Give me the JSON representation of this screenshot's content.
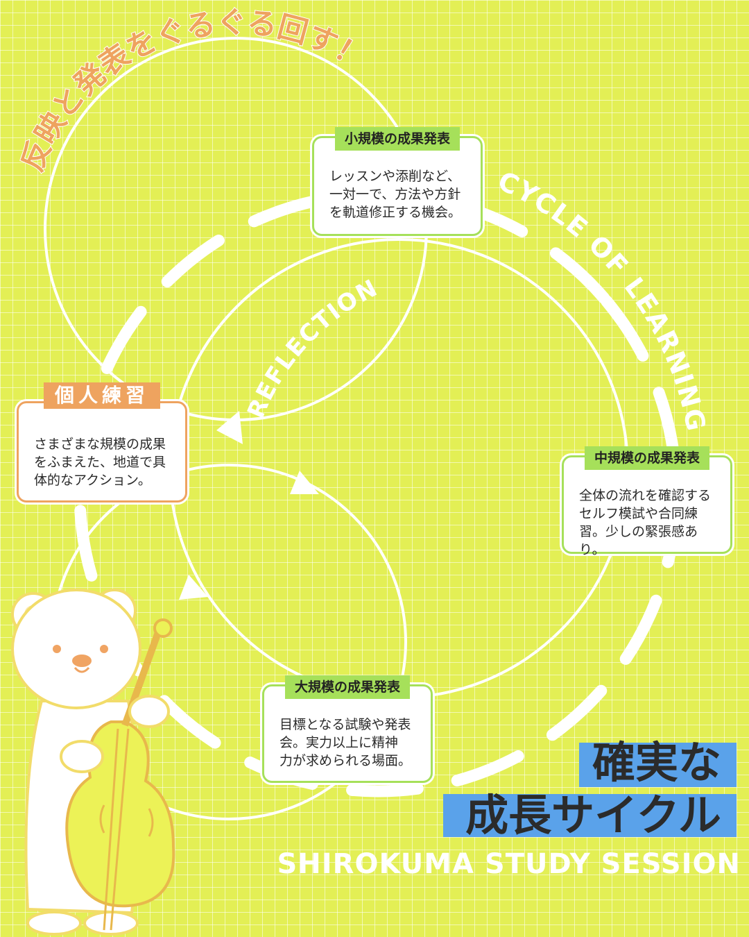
{
  "header": {
    "arc_title": "反映と発表をぐるぐる回す！"
  },
  "cycle_labels": {
    "outer": "CYCLE OF LEARNING",
    "inner": "REFLECTION"
  },
  "stages": {
    "small": {
      "label": "小規模の成果発表",
      "description": "レッスンや添削など、\n一対一で、方法や方針\nを軌道修正する機会。"
    },
    "medium": {
      "label": "中規模の成果発表",
      "description": "全体の流れを確認する\nセルフ模試や合同練\n習。少しの緊張感あり。"
    },
    "large": {
      "label": "大規模の成果発表",
      "description": "目標となる試験や発表\n会。実力以上に精神\n力が求められる場面。"
    },
    "practice": {
      "label": "個人練習",
      "description": "さまざまな規模の成果\nをふまえた、地道で具\n体的なアクション。"
    }
  },
  "title": {
    "line1": "確実な",
    "line2": "成長サイクル",
    "subtitle": "SHIROKUMA STUDY SESSION"
  },
  "colors": {
    "background": "#e3ef55",
    "green_accent": "#a6e05a",
    "orange_accent": "#eea35f",
    "title_blue": "#5aa2ea"
  },
  "icons": {
    "mascot": "polar-bear-with-cello-illustration",
    "arrows": "cycle-arrowhead-icon"
  }
}
